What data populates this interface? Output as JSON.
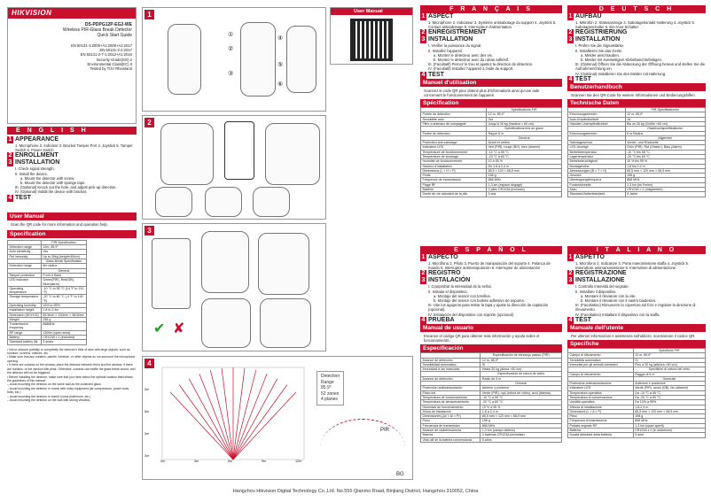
{
  "brand": "HIKVISION",
  "cover": {
    "model": "DS-PDPG12P-EG2-WE",
    "title": "Wireless PIR-Glass Break Detector",
    "subtitle": "Quick Start Guide",
    "standards": [
      "EN 50131-1:2006+A1:2009+A2:2017",
      "EN 50131-2-2:2017",
      "EN 50131-2-7-1:2012+A1:2016",
      "Security Grade(SG) 2",
      "Environmental Class(EC) II",
      "Tested by TÜV Rheinland"
    ],
    "usermanual_label": "User Manual"
  },
  "english": {
    "banner": "E N G L I S H",
    "s1": {
      "num": "1",
      "title": "APPEARANCE",
      "text": "1. Microphone 2. Indicator 3. Bracket Tamper Port 4. Joystick 5. Tamper Switch 6. Power Switch"
    },
    "s2": {
      "num": "2",
      "title": "ENROLLMENT"
    },
    "s3": {
      "num": "3",
      "title": "INSTALLATION",
      "lines": [
        "I. Check signal strength.",
        "II. Install the device.",
        "a. Mount the detector with screw.",
        "b. Mount the detector with sponge tape.",
        "III. (Optional) Knock out the hole, and adjust pick-up direction.",
        "IV. (Optional) Install the device with bracket."
      ]
    },
    "s4": {
      "num": "4",
      "title": "TEST"
    },
    "um_title": "User Manual",
    "um_text": "Scan the QR code for more information and operation help.",
    "spec_title": "Specification",
    "spec_rows": [
      [
        "",
        "PIR Specification"
      ],
      [
        "Detection range",
        "12m, 85.9°"
      ],
      [
        "Auto sensitivity",
        "Yes"
      ],
      [
        "Pet immunity",
        "Up to 30kg (height<60cm)"
      ],
      [
        "",
        "Glass Break Specification"
      ],
      [
        "Detection range",
        "6m radius"
      ],
      [
        "",
        "General"
      ],
      [
        "Tamper protection",
        "Front & Back"
      ],
      [
        "LED indicator",
        "Green(PIR), Red(GB), Blue(alarm)"
      ],
      [
        "Operating temperature",
        "-10 °C to 55 °C (14 °F to 131 °F)"
      ],
      [
        "Storage temperature",
        "-20 °C to 60 °C (-4 °F to 140 °F)"
      ],
      [
        "Operating humidity",
        "10% to 95%"
      ],
      [
        "Installation height",
        "1.8 to 2.4m"
      ],
      [
        "Dimension (W×H×D)",
        "65.5mm × 120mm × 68.5mm"
      ],
      [
        "Weight",
        "156 g"
      ],
      [
        "Transmission frequency",
        "868MHz"
      ],
      [
        "RF range",
        "1300m (open area)"
      ],
      [
        "Battery",
        "CR123A x 2 (included)"
      ],
      [
        "Standard battery life",
        "5 years"
      ]
    ],
    "notes": [
      "• Not to obscure partially or completely the detector's field of view with large objects, such as furniture, screens, shelves, etc.",
      "• Make sure that any curtains, panels, furniture, or other objects do not surround the microphone opening.",
      "• If there are curtains on the window, place the detector between them and the window. If there are curtains, or the window sills peak. Otherwise, curtains can muffle the glass break sound, and the detector will not be triggered.",
      "• Before installing the detector, make sure that you have select the optimal location that follows the guidelines of this manual:",
      "-- Avoid mounting the detector on the same wall as the protected glass.",
      "-- Avoid mounting the detector in rooms with noisy equipment (air compressors, power tools, bells, etc.)",
      "-- Avoid mounting the detector in humid rooms (bathroom, etc.)",
      "-- Avoid mounting the detector on the wall with strong vibration."
    ]
  },
  "panels": {
    "p1": "1",
    "p2": "2",
    "p3": "3",
    "p4": "4"
  },
  "p1_labels": [
    "①",
    "②",
    "③",
    "④",
    "⑤",
    "⑥"
  ],
  "p3_labels": {
    "a": "a.",
    "b": "b."
  },
  "p4": {
    "detection": "Detection",
    "range": "Range",
    "angle": "85.9°",
    "zones": "52 zones",
    "planes": "4 planes",
    "pir": "PIR",
    "gb": "BG",
    "ylabels": [
      "12m",
      "9m",
      "6m",
      "3m",
      "0m"
    ],
    "xlabels": [
      "0m",
      "3m",
      "6m",
      "9m",
      "12m"
    ]
  },
  "francais": {
    "banner": "F R A N Ç A I S",
    "s1": {
      "num": "1",
      "title": "ASPECT",
      "text": "1. Microphone 2. Indicateur 3. Système antisabotage du support 4. Joystick 5. Contact antisabotage 6. Interrupteur d'alimentation"
    },
    "s2": {
      "num": "2",
      "title": "ENREGISTREMENT"
    },
    "s3": {
      "num": "3",
      "title": "INSTALLATION",
      "lines": [
        "I. Vérifier la puissance du signal.",
        "II. Installez l'appareil.",
        "a. Montez le détecteur avec des vis.",
        "b. Montez le détecteur avec du ruban adhésif.",
        "III. (Facultatif) Percez le trou et ajustez la direction de détection.",
        "IV. (Facultatif) Installez l'appareil à l'aide du support."
      ]
    },
    "s4": {
      "num": "4",
      "title": "TEST"
    },
    "um_title": "Manuel d'utilisation",
    "um_text": "Scannez le code QR pour obtenir plus d'informations ainsi qu'une aide concernant le fonctionnement de l'appareil.",
    "spec_title": "Spécification",
    "spec_rows": [
      [
        "",
        "Spécifications PIR"
      ],
      [
        "Portée de détection",
        "12 m, 85,9°"
      ],
      [
        "Sensibilité auto",
        "Oui"
      ],
      [
        "Filtre à animaux de compagnie",
        "Jusqu'à 30 kg (hauteur < 60 cm)"
      ],
      [
        "",
        "Spécifications bris de glace"
      ],
      [
        "Portée de détection",
        "Rayon 6 m"
      ],
      [
        "",
        "Général"
      ],
      [
        "Protection anti-sabotage",
        "Avant et arrière"
      ],
      [
        "Indicateur LED",
        "Vert (PIR), rouge (BG), bleu (alarme)"
      ],
      [
        "Température de fonctionnement",
        "-10 °C à 55 °C"
      ],
      [
        "Température de stockage",
        "-20 °C à 60 °C"
      ],
      [
        "Humidité de fonctionnement",
        "10 à 95 %"
      ],
      [
        "Hauteur d'installation",
        "De 1,8 à 2,4 m"
      ],
      [
        "Dimensions (L × H × P)",
        "65,5 × 120 × 68,5 mm"
      ],
      [
        "Poids",
        "156 g"
      ],
      [
        "Fréquence de transmission",
        "868 MHz"
      ],
      [
        "Plage RF",
        "1,3 km (espace dégagé)"
      ],
      [
        "Batterie",
        "2 piles CR123A (incluses)"
      ],
      [
        "Durée de vie standard de la pile",
        "5 ans"
      ]
    ]
  },
  "deutsch": {
    "banner": "D E U T S C H",
    "s1": {
      "num": "1",
      "title": "AUFBAU",
      "text": "1. Mikrofon 2. Statusanzeige 3. Sabotagekontakt Halterung 4. Joystick 5. Sabotageschalter 6. Ein-/Aus-Schalter"
    },
    "s2": {
      "num": "2",
      "title": "REGISTRIERUNG"
    },
    "s3": {
      "num": "3",
      "title": "INSTALLATION",
      "lines": [
        "I. Prüfen Sie die Signalstärke.",
        "II. Installieren Sie das Gerät.",
        "a. Melder anschrauben.",
        "b. Melder mit zweiseitigem Klebeband befestigen.",
        "III. (Optional) Öffnen Sie die Abdeckung der Öffnung heraus und stellen Sie die Aufnahmerichtung ein.",
        "IV. (Optional) Installieren Sie den Melder mit Halterung."
      ]
    },
    "s4": {
      "num": "4",
      "title": "TEST"
    },
    "um_title": "Benutzerhandbuch",
    "um_text": "Scannen Sie den QR-Code für weitere Informationen und Bedienungshilfen.",
    "spec_title": "Technische Daten",
    "spec_rows": [
      [
        "",
        "PIR-Spezifikationen"
      ],
      [
        "Erkennungsbereich",
        "12 m, 85,9°"
      ],
      [
        "Auto-Empfindlichkeit",
        "Ja"
      ],
      [
        "Haustier-Unempfindlichkeit",
        "Bis zu 30 kg (Größe <60 cm)"
      ],
      [
        "",
        "Glasbruchspezifikationen"
      ],
      [
        "Erkennungsbereich",
        "6 m Radius"
      ],
      [
        "",
        "Allgemein"
      ],
      [
        "Sabotageschutz",
        "Vorder- und Rückseite"
      ],
      [
        "LED-Anzeige",
        "Grün (PIR), Rot (Glasbr.), Blau (Alarm)"
      ],
      [
        "Betriebstemperatur",
        "-10 °C bis 55 °C"
      ],
      [
        "Lagertemperatur",
        "-20 °C bis 60 °C"
      ],
      [
        "Betriebsfeuchtigkeit",
        "10 % bis 95 %"
      ],
      [
        "Montagehöhe",
        "1,8 bis 2,4 m"
      ],
      [
        "Abmessungen (B × T × H)",
        "65,5 mm × 120 mm × 68,5 mm"
      ],
      [
        "Gewicht",
        "156 g"
      ],
      [
        "Übertragungsfrequenz",
        "868 MHz"
      ],
      [
        "Funkreichweite",
        "1,3 km (im Freien)"
      ],
      [
        "Akku",
        "CR123A × 2 (mitgeliefert)"
      ],
      [
        "Standard-Batterielaufzeit",
        "5 Jahre"
      ]
    ]
  },
  "espanol": {
    "banner": "E S P A Ñ O L",
    "s1": {
      "num": "1",
      "title": "ASPECTO",
      "text": "1. Micrófono 2. Piloto 3. Puerto de manipulación del soporte 4. Palanca de mando 5. Interruptor antimanipulación 6. Interruptor de alimentación"
    },
    "s2": {
      "num": "2",
      "title": "REGISTRO"
    },
    "s3": {
      "num": "3",
      "title": "INSTALACIÓN",
      "lines": [
        "I. Comprobar la intensidad de la señal.",
        "II. Instalar el dispositivo.",
        "a. Montaje del sensor con tornillos.",
        "b. Montaje del sensor con burlete adhesivo de espuma.",
        "III. Use los agujeros para retirar la tapa y ajuste la dirección de captación (opcional).",
        "IV. Instalación del dispositivo con soporte (opcional)."
      ]
    },
    "s4": {
      "num": "4",
      "title": "PRUEBA"
    },
    "um_title": "Manual de usuario",
    "um_text": "Escanee el código QR para obtener más información y ayuda sobre el funcionamiento.",
    "spec_title": "Especificación",
    "spec_rows": [
      [
        "",
        "Especificación de infrarrojo pasivo (PIR)"
      ],
      [
        "Alcance de detección",
        "12 m, 85,9°"
      ],
      [
        "Sensibilidad automática",
        "Sí"
      ],
      [
        "Inmunidad a las mascotas",
        "Hasta 30 kg (altura <60 cm)"
      ],
      [
        "",
        "Especificación de rotura de vidrio"
      ],
      [
        "Alcance de detección",
        "Radio de 6 m"
      ],
      [
        "",
        "General"
      ],
      [
        "Protección antimanipulación",
        "Anterior y posterior"
      ],
      [
        "Piloto led",
        "Verde (PIR), rojo (rotura de vidrio), azul (alarma)"
      ],
      [
        "Temperatura de funcionamiento",
        "-10 °C a 55 °C"
      ],
      [
        "Temperatura de almacenamiento",
        "-20 °C a 60 °C"
      ],
      [
        "Humedad de funcionamiento",
        "10 % a 95 %"
      ],
      [
        "Altura de instalación",
        "1,8 a 2,4 m"
      ],
      [
        "Dimensiones (An × Al × Pr)",
        "65,5 mm × 120 mm × 68,5 mm"
      ],
      [
        "Peso",
        "156 g"
      ],
      [
        "Frecuencia de transmisión",
        "868 MHz"
      ],
      [
        "Alcance de radiofrecuencia",
        "1,3 km (campo abierto)"
      ],
      [
        "Batería",
        "2 baterías CR123A (incluidas)"
      ],
      [
        "Vida útil de la batería convencional",
        "5 años"
      ]
    ]
  },
  "italiano": {
    "banner": "I T A L I A N O",
    "s1": {
      "num": "1",
      "title": "ASPETTO",
      "text": "1. Microfono 2. Indicatore 3. Porta manomissione staffa 4. Joystick 5. Interruttore antimanomissione 6. Interruttore di alimentazione"
    },
    "s2": {
      "num": "2",
      "title": "REGISTRAZIONE"
    },
    "s3": {
      "num": "3",
      "title": "INSTALLAZIONE",
      "lines": [
        "I. Controllo intensità del segnale.",
        "II. Installare il dispositivo.",
        "a. Montare il rilevatore con la vite.",
        "b. Montare il rilevatore con il nastro biadesivo.",
        "III. (Facoltativo) Rimuovere la copertura sul foro e regolare la direzione di rilevamento.",
        "IV. (Facoltativo) Installare il dispositivo con la staffa."
      ]
    },
    "s4": {
      "num": "4",
      "title": "TEST"
    },
    "um_title": "Manuale dell'utente",
    "um_text": "Per ulteriori informazioni e assistenza sull'utilizzo, scansionare il codice QR.",
    "spec_title": "Specifiche",
    "spec_rows": [
      [
        "",
        "Specifiche PIR"
      ],
      [
        "Campo di rilevamento",
        "12 m, 85,9°"
      ],
      [
        "Sensibilità automatica",
        "Sì"
      ],
      [
        "Immunità per gli animali domestici",
        "Fino a 30 kg (altezza <60 cm)"
      ],
      [
        "",
        "Specifiche di rottura del vetro"
      ],
      [
        "Campo di rilevamento",
        "Raggio di 6 m"
      ],
      [
        "",
        "Generale"
      ],
      [
        "Protezione antimanomissione",
        "Anteriore e posteriore"
      ],
      [
        "Indicatore LED",
        "Verde (PIR), rosso (GB), blu (allarme)"
      ],
      [
        "Temperatura operativa",
        "Da -10 °C a 55 °C"
      ],
      [
        "Temperatura di conservazione",
        "Da -20 °C a 60 °C"
      ],
      [
        "Umidità operativa",
        "Da 10% a 95%"
      ],
      [
        "Altezza di installazione",
        "1,8-2,4 m"
      ],
      [
        "Dimensioni (L × A × P)",
        "65,5 mm × 120 mm × 68,5 mm"
      ],
      [
        "Peso",
        "156 g"
      ],
      [
        "Frequenza di trasmissione",
        "868 MHz"
      ],
      [
        "Portata segnale RF",
        "1,3 km (spazi aperti)"
      ],
      [
        "Batteria",
        "CR123A x 2 (in dotazione)"
      ],
      [
        "Durata standard della batteria",
        "5 anni"
      ]
    ]
  },
  "footer": "Hangzhou Hikvision Digital Technology Co.,Ltd. No.555 Qianmo Road, Binjiang District, Hangzhou 310052, China"
}
